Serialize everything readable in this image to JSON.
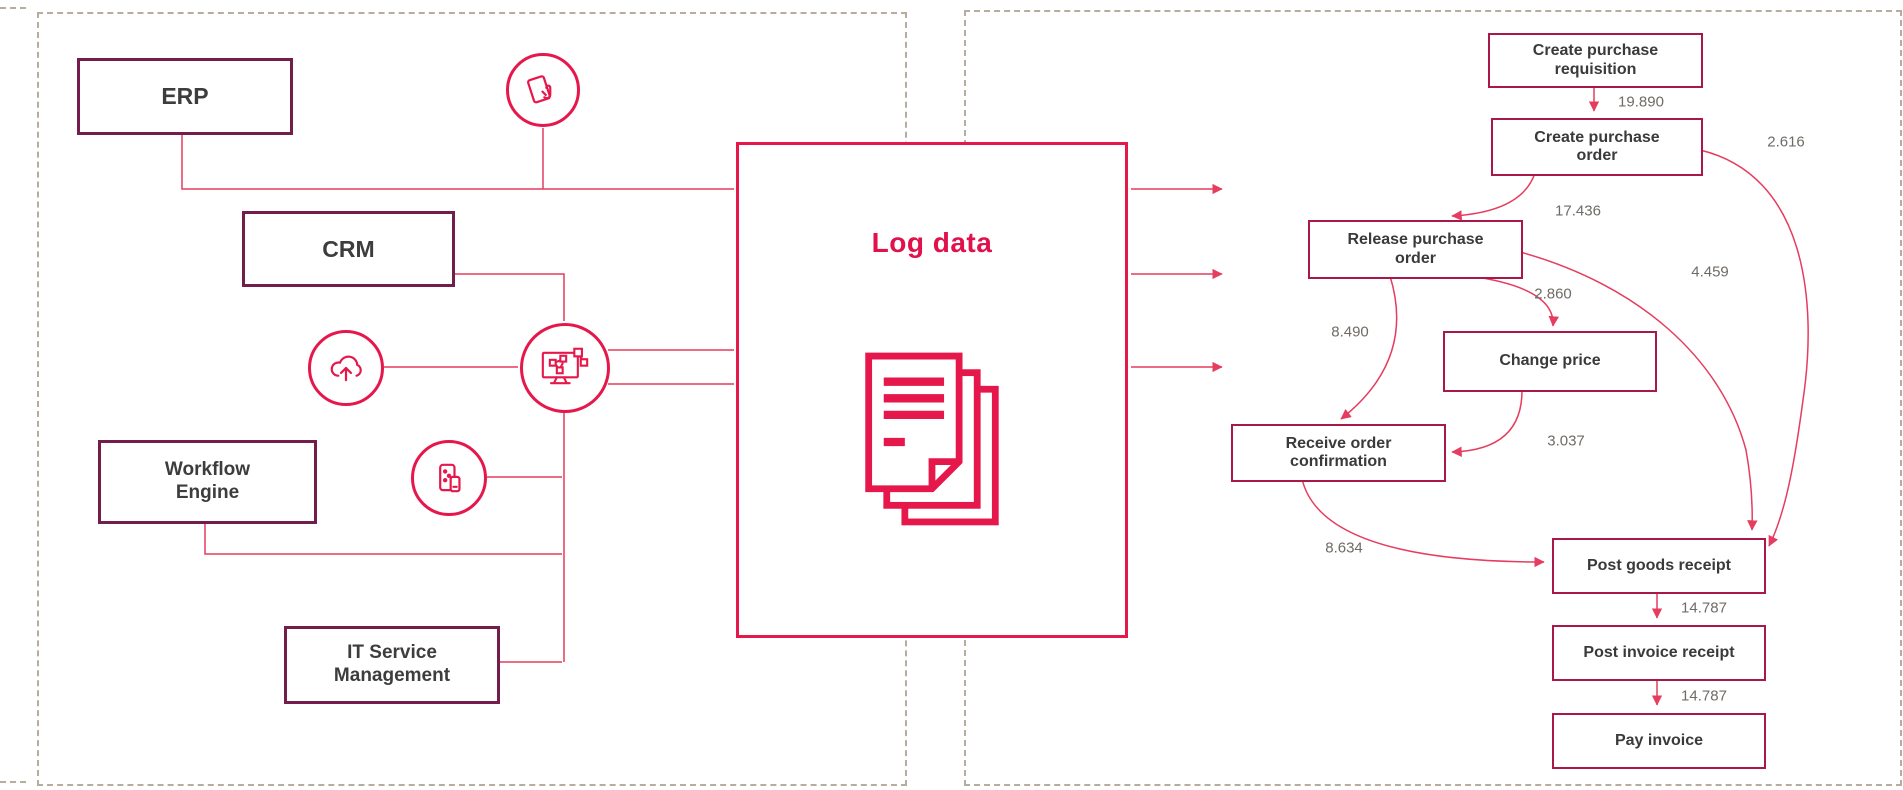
{
  "colors": {
    "accent_red": "#e6174b",
    "line_red": "#e63c5f",
    "system_box_border": "#731d4b",
    "flow_box_border": "#a8194a",
    "label_gray": "#6f6b66",
    "panel_dash": "#b6ad9f"
  },
  "left_panel": {
    "systems": {
      "erp": {
        "label": "ERP"
      },
      "crm": {
        "label": "CRM"
      },
      "workflow_engine": {
        "label": "Workflow Engine"
      },
      "it_service_management": {
        "label": "IT Service Management"
      }
    },
    "icons": [
      "tablet-touch-icon",
      "cloud-upload-icon",
      "monitor-network-icon",
      "mobile-device-icon"
    ]
  },
  "log_box": {
    "title": "Log data",
    "icon": "documents-stack-icon"
  },
  "process": {
    "activities": [
      {
        "label": "Create purchase requisition"
      },
      {
        "label": "Create purchase order"
      },
      {
        "label": "Release purchase order"
      },
      {
        "label": "Change price"
      },
      {
        "label": "Receive order confirmation"
      },
      {
        "label": "Post goods receipt"
      },
      {
        "label": "Post invoice receipt"
      },
      {
        "label": "Pay invoice"
      }
    ],
    "edges": [
      {
        "from": "Create purchase requisition",
        "to": "Create purchase order",
        "count": "19.890"
      },
      {
        "from": "Create purchase order",
        "to": "Release purchase order",
        "count": "17.436"
      },
      {
        "from": "Create purchase order",
        "to": "Post goods receipt",
        "count": "2.616"
      },
      {
        "from": "Release purchase order",
        "to": "Post goods receipt",
        "count": "4.459"
      },
      {
        "from": "Release purchase order",
        "to": "Change price",
        "count": "2.860"
      },
      {
        "from": "Release purchase order",
        "to": "Receive order confirmation",
        "count": "8.490"
      },
      {
        "from": "Change price",
        "to": "Receive order confirmation",
        "count": "3.037"
      },
      {
        "from": "Receive order confirmation",
        "to": "Post goods receipt",
        "count": "8.634"
      },
      {
        "from": "Post goods receipt",
        "to": "Post invoice receipt",
        "count": "14.787"
      },
      {
        "from": "Post invoice receipt",
        "to": "Pay invoice",
        "count": "14.787"
      }
    ]
  }
}
